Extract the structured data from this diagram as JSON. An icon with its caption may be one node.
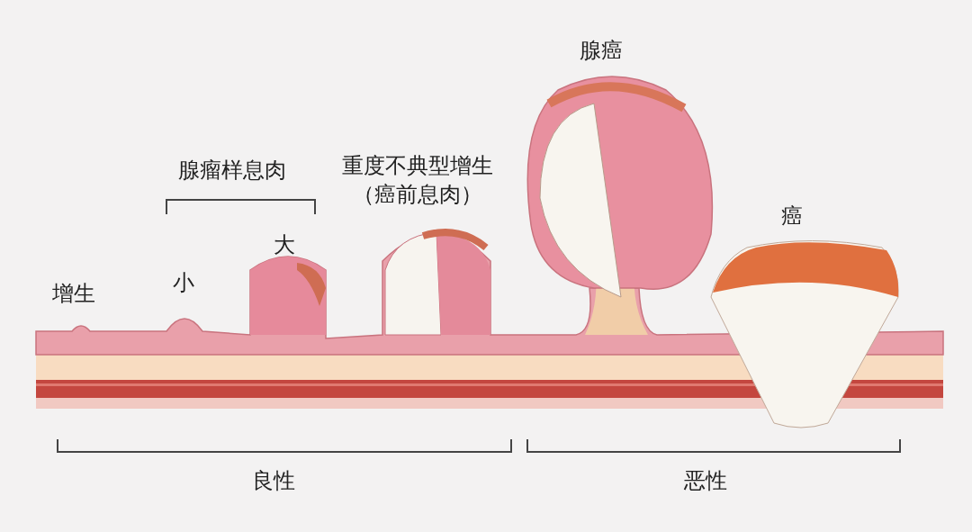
{
  "diagram": {
    "labels": [
      "腺癌",
      "腺瘤样息肉",
      "重度不典型增生（癌前息肉）",
      "癌",
      "大",
      "小",
      "增生",
      "良性",
      "恶性"
    ]
  }
}
